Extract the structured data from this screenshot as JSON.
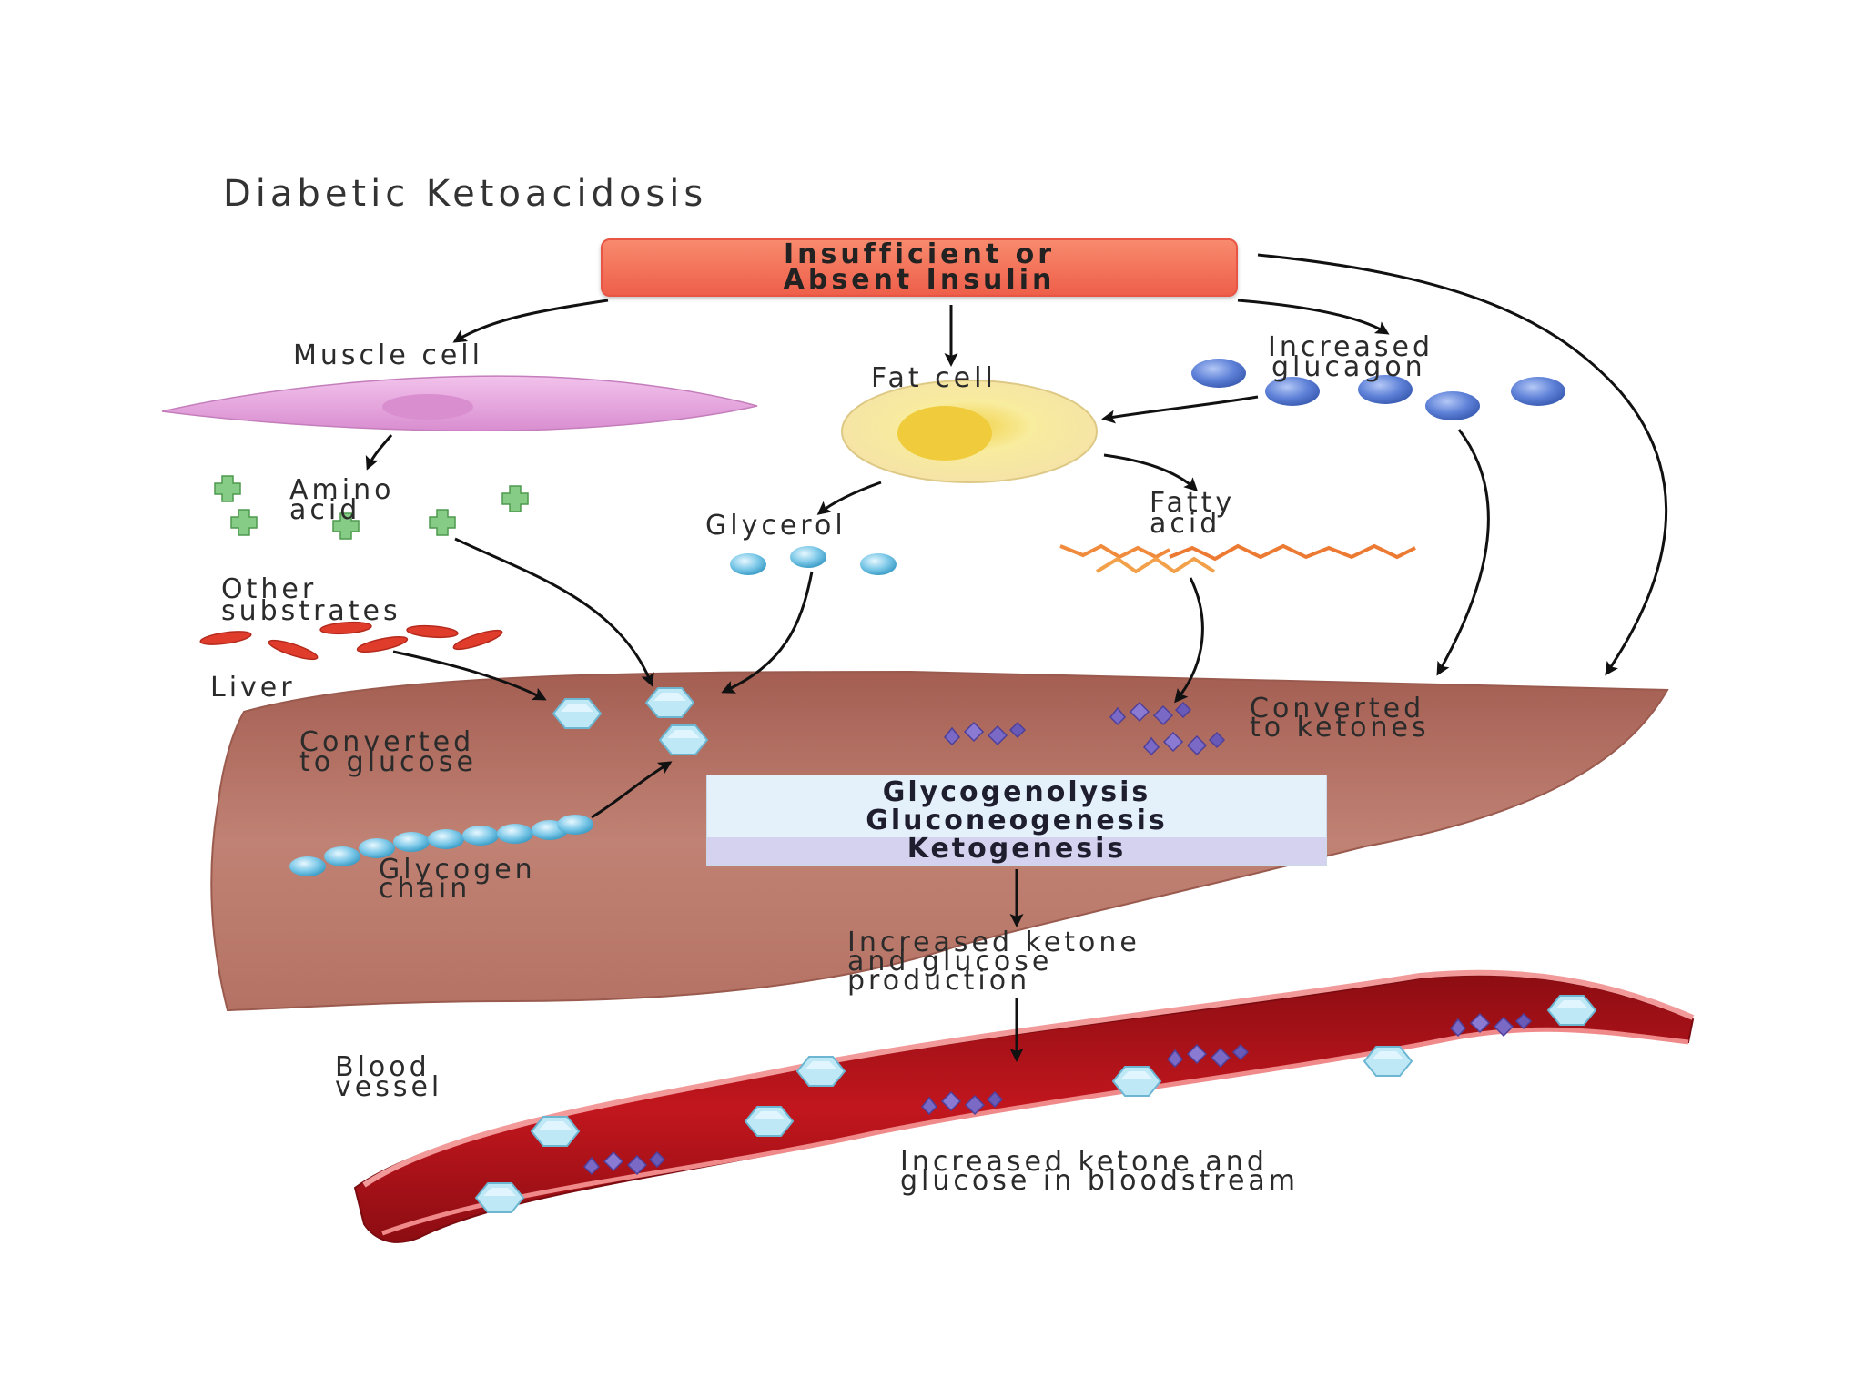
{
  "title": "Diabetic Ketoacidosis",
  "insulin": {
    "line1": "Insufficient or",
    "line2": "Absent Insulin"
  },
  "labels": {
    "muscle_cell": "Muscle cell",
    "fat_cell": "Fat cell",
    "increased_glucagon_1": "Increased",
    "increased_glucagon_2": "glucagon",
    "amino_acid_1": "Amino",
    "amino_acid_2": "acid",
    "glycerol": "Glycerol",
    "fatty_acid_1": "Fatty",
    "fatty_acid_2": "acid",
    "other_substrates_1": "Other",
    "other_substrates_2": "substrates",
    "liver": "Liver",
    "converted_glucose_1": "Converted",
    "converted_glucose_2": "to glucose",
    "converted_ketones_1": "Converted",
    "converted_ketones_2": "to ketones",
    "glycogen_chain_1": "Glycogen",
    "glycogen_chain_2": "chain",
    "production_1": "Increased ketone",
    "production_2": "and glucose",
    "production_3": "production",
    "blood_vessel_1": "Blood",
    "blood_vessel_2": "vessel",
    "bloodstream_1": "Increased ketone and",
    "bloodstream_2": "glucose in bloodstream"
  },
  "processes": {
    "line1": "Glycogenolysis",
    "line2": "Gluconeogenesis",
    "line3": "Ketogenesis"
  },
  "colors": {
    "insulin_box": "#f07a5f",
    "liver": "#b87466",
    "blood_vessel": "#b8161e",
    "muscle_cell": "#e6a6de",
    "fat_cell": "#f6e9a0",
    "glucagon": "#5f82d8",
    "glucose": "#b4e4f4",
    "ketone": "#7a6ac6",
    "amino_acid": "#7cc47c",
    "fatty_acid": "#f08a3c",
    "substrate": "#e03c2c"
  }
}
